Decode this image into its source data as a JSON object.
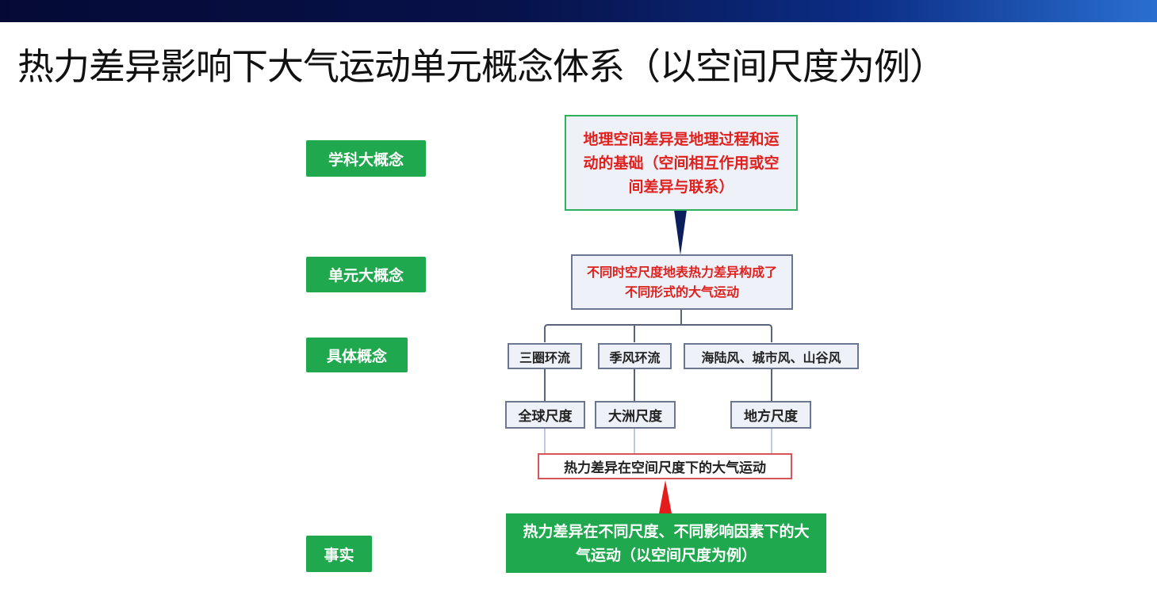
{
  "title": "热力差异影响下大气运动单元概念体系（以空间尺度为例）",
  "levels": {
    "discipline": "学科大概念",
    "unit": "单元大概念",
    "specific": "具体概念",
    "fact": "事实"
  },
  "nodes": {
    "big_concept": "地理空间差异是地理过程和运动的基础（空间相互作用或空间差异与联系）",
    "unit_concept": "不同时空尺度地表热力差异构成了不同形式的大气运动",
    "specific": [
      "三圈环流",
      "季风环流",
      "海陆风、城市风、山谷风"
    ],
    "scales": [
      "全球尺度",
      "大洲尺度",
      "地方尺度"
    ],
    "synthesis": "热力差异在空间尺度下的大气运动",
    "fact": "热力差异在不同尺度、不同影响因素下的大气运动（以空间尺度为例）"
  }
}
